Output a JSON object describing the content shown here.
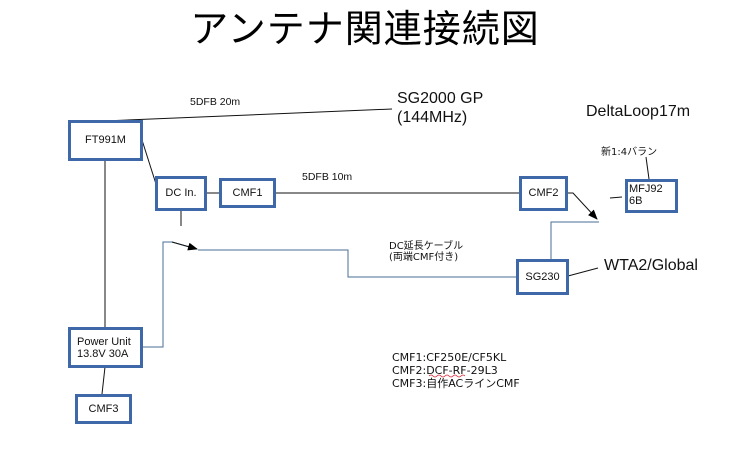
{
  "title": "アンテナ関連接続図",
  "boxes": {
    "ft991m": "FT991M",
    "dc_in": "DC In.",
    "cmf1": "CMF1",
    "cmf2": "CMF2",
    "mfj": "MFJ92\n6B",
    "sg230": "SG230",
    "power_unit": "Power Unit\n13.8V 30A",
    "cmf3": "CMF3"
  },
  "labels": {
    "cable_20m": "5DFB 20m",
    "cable_10m": "5DFB 10m",
    "sg2000": "SG2000 GP\n(144MHz)",
    "deltaloop": "DeltaLoop17m",
    "balun": "新1:4バラン",
    "dc_cable": "DC延長ケーブル\n(両端CMF付き)",
    "wta2": "WTA2/Global"
  },
  "legend": [
    "CMF1:CF250E/CF5KL",
    "CMF2:DCF-RF-29L3",
    "CMF3:自作ACラインCMF"
  ],
  "colors": {
    "box_border": "#3f68a8",
    "dc_wire": "#4a6e96",
    "rf_wire": "#111111"
  }
}
